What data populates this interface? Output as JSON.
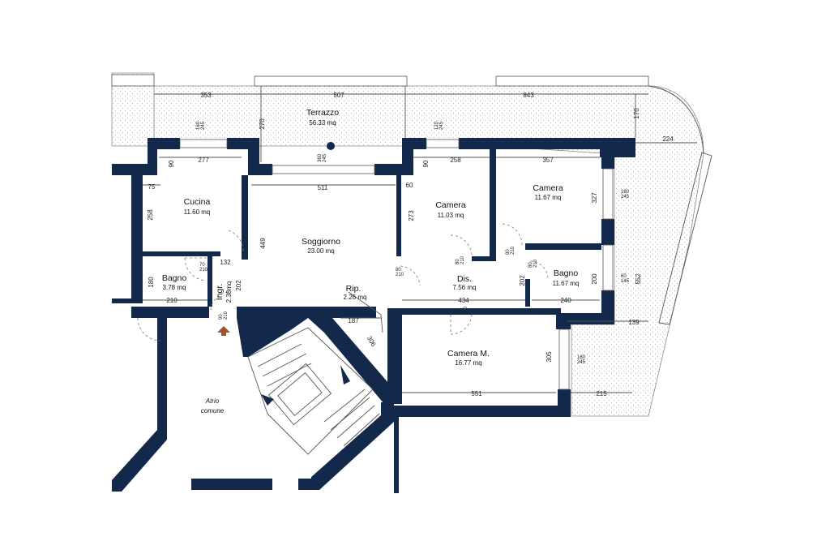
{
  "rooms": {
    "terrazzo": {
      "name": "Terrazzo",
      "area": "56.33  mq"
    },
    "cucina": {
      "name": "Cucina",
      "area": "11.60  mq"
    },
    "soggiorno": {
      "name": "Soggiorno",
      "area": "23.00  mq"
    },
    "camera1": {
      "name": "Camera",
      "area": "11.03  mq"
    },
    "camera2": {
      "name": "Camera",
      "area": "11.67  mq"
    },
    "bagno1": {
      "name": "Bagno",
      "area": "3.78  mq"
    },
    "ingresso": {
      "name": "Ingr.",
      "area": "2.38mq"
    },
    "ripostiglio": {
      "name": "Rip.",
      "area": "2.26  mq"
    },
    "disimpegno": {
      "name": "Dis.",
      "area": "7.56  mq"
    },
    "bagno2": {
      "name": "Bagno",
      "area": "11.67  mq"
    },
    "camera_m": {
      "name": "Camera  M.",
      "area": "16.77  mq"
    },
    "atrio": {
      "line1": "Atrio",
      "line2": "comune"
    }
  },
  "dimensions": {
    "t353": "353",
    "t507": "507",
    "t843": "843",
    "t270": "270",
    "t170": "170",
    "t224": "224",
    "t277": "277",
    "t90a": "90",
    "t75": "75",
    "t258a": "258",
    "t511": "511",
    "t449": "449",
    "t90b": "90",
    "t258b": "258",
    "t357": "357",
    "t60": "60",
    "t273": "273",
    "t327": "327",
    "t132": "132",
    "t180": "180",
    "t210": "210",
    "t202a": "202",
    "t434": "434",
    "t202b": "202",
    "t200": "200",
    "t240": "240",
    "t552": "552",
    "t187": "187",
    "t306": "306",
    "t305": "305",
    "t551": "551",
    "t139": "139",
    "t215": "215"
  },
  "window_labels": {
    "w1": "160\n245",
    "w2": "360\n245",
    "w3": "120\n245",
    "w4": "180\n245",
    "w5": "60\n145",
    "w6": "180\n245",
    "d1": "70\n210",
    "d2": "80\n210",
    "d3": "80\n210",
    "d4": "80\n210",
    "d5": "80\n210",
    "d6": "80\n210",
    "d7": "90\n210"
  },
  "colors": {
    "wall": "#13294b",
    "hatch": "#bdbdbd",
    "entrance_arrow": "#a0522d"
  }
}
